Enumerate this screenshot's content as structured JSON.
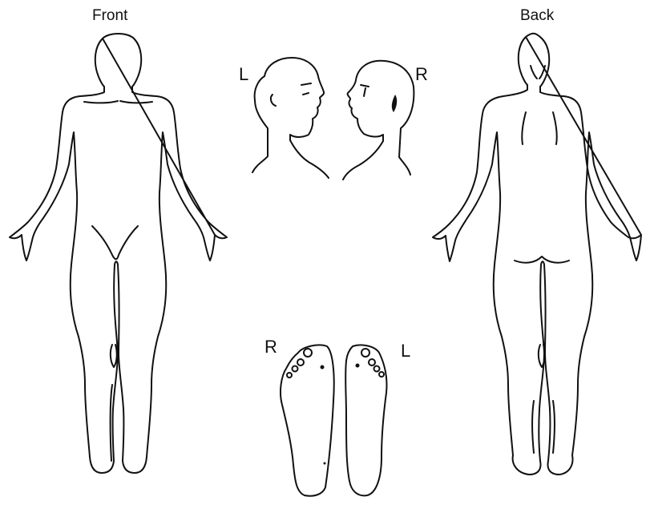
{
  "labels": {
    "front": "Front",
    "back": "Back",
    "head_left": "L",
    "head_right": "R",
    "foot_right": "R",
    "foot_left": "L"
  },
  "icons": [
    "front-body-figure",
    "back-body-figure",
    "left-head-profile",
    "right-head-profile",
    "right-foot-sole",
    "left-foot-sole"
  ]
}
